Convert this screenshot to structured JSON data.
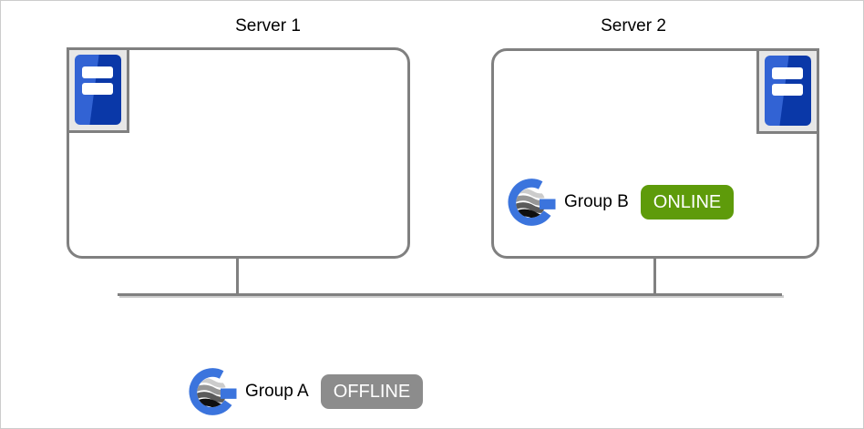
{
  "server1": {
    "label": "Server 1",
    "icon": "server-tower-icon"
  },
  "server2": {
    "label": "Server 2",
    "icon": "server-tower-icon"
  },
  "group_b": {
    "label": "Group B",
    "status": "ONLINE",
    "status_color": "#5e9b0a",
    "icon": "group-globe-icon",
    "placement": "inside Server 2"
  },
  "group_a": {
    "label": "Group A",
    "status": "OFFLINE",
    "status_color": "#8c8c8c",
    "icon": "group-globe-icon",
    "placement": "below network line"
  },
  "colors": {
    "box_border": "#808080",
    "connector_line": "#808080",
    "online_green": "#5e9b0a",
    "offline_gray": "#8c8c8c",
    "group_icon_blue": "#3b74dd",
    "server_icon_dark_blue": "#0a38a8",
    "server_icon_light_blue": "#3263d4",
    "server_icon_frame": "#e7e7e7",
    "canvas_border": "#cccccc"
  }
}
